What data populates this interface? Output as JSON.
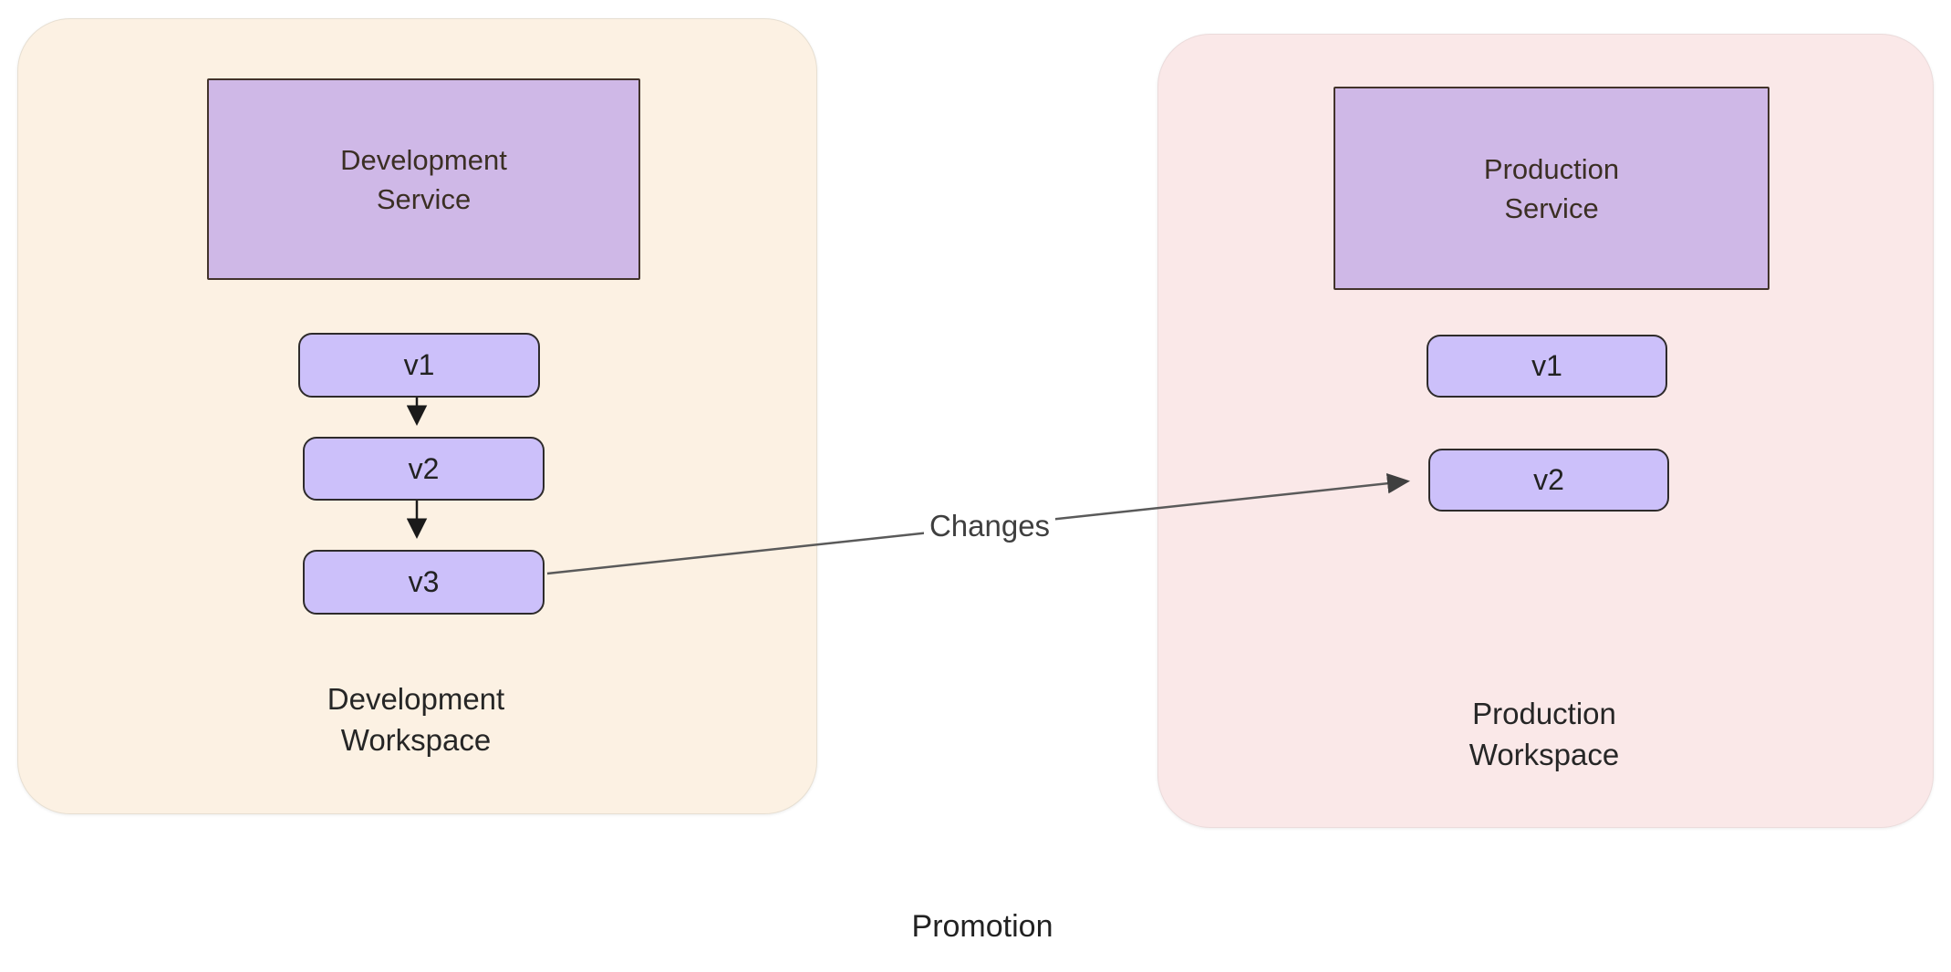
{
  "diagram": {
    "promotion_label": "Promotion",
    "changes_label": "Changes"
  },
  "development": {
    "service_label": "Development\nService",
    "workspace_label": "Development\nWorkspace",
    "versions": [
      "v1",
      "v2",
      "v3"
    ]
  },
  "production": {
    "service_label": "Production\nService",
    "workspace_label": "Production\nWorkspace",
    "versions": [
      "v1",
      "v2"
    ]
  },
  "colors": {
    "dev_workspace_bg": "#FCF1E3",
    "prod_workspace_bg": "#FAE8E8",
    "service_box_fill": "#CFB8E7",
    "version_pill_fill": "#CCC0FA",
    "box_border": "#42332B",
    "pill_border": "#2E2B2B",
    "arrow_color": "#5A5A5A",
    "text_color": "#262626"
  }
}
